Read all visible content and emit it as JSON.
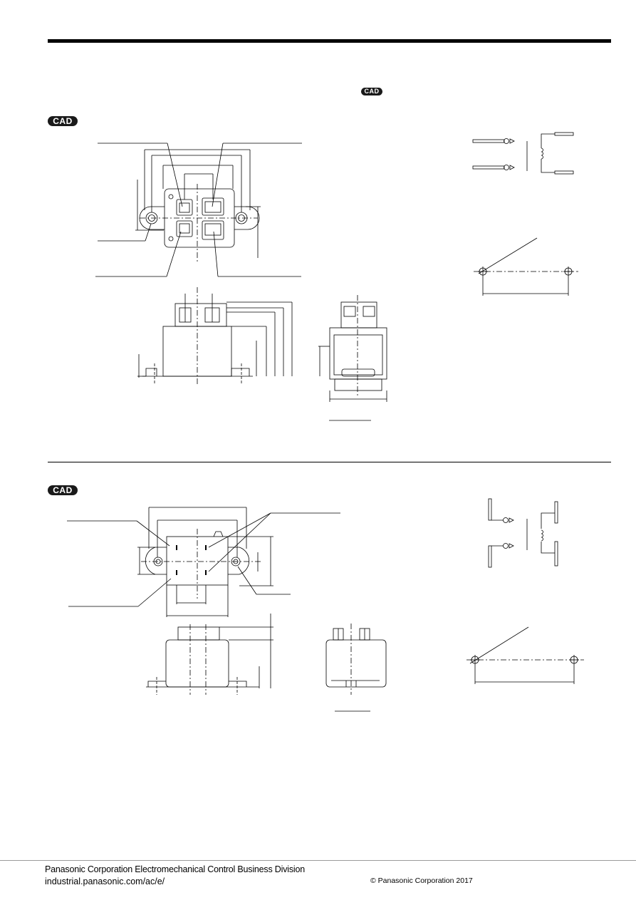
{
  "badges": {
    "cad_top_right": "CAD",
    "cad_section1": "CAD",
    "cad_section2": "CAD"
  },
  "footer": {
    "company": "Panasonic Corporation Electromechanical Control Business Division",
    "url": "industrial.panasonic.com/ac/e/",
    "copyright": "© Panasonic Corporation 2017"
  }
}
